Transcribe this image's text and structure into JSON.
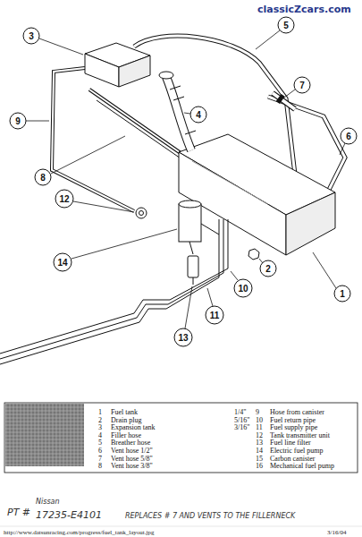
{
  "diagram": {
    "labels": [
      "classicZcars.com",
      "5",
      "3",
      "7",
      "4",
      "6",
      "9",
      "8",
      "12",
      "14",
      "2",
      "1",
      "10",
      "11",
      "13",
      "1",
      "Fuel tank",
      "2",
      "Drain plug",
      "3",
      "Expansion tank",
      "4",
      "Filler hose",
      "5",
      "Breather hose",
      "6",
      "Vent hose 1/2\"",
      "7",
      "Vent hose 5/8\"",
      "8",
      "Vent hose 3/8\"",
      "1/4\"",
      "9",
      "Hose from canister",
      "5/16\"",
      "10",
      "Fuel return pipe",
      "3/16\"",
      "11",
      "Fuel supply pipe",
      "12",
      "Tank transmitter unit",
      "13",
      "Fuel line filter",
      "14",
      "Electric fuel pump",
      "15",
      "Carbon canister",
      "16",
      "Mechanical fuel pump",
      "PT #",
      "Nissan",
      "17235-E4101",
      "REPLACES # 7 AND VENTS TO THE FILLERNECK",
      "http://www.datsunracing.com/progress/fuel_tank_layout.jpg",
      "3/16/04"
    ]
  }
}
